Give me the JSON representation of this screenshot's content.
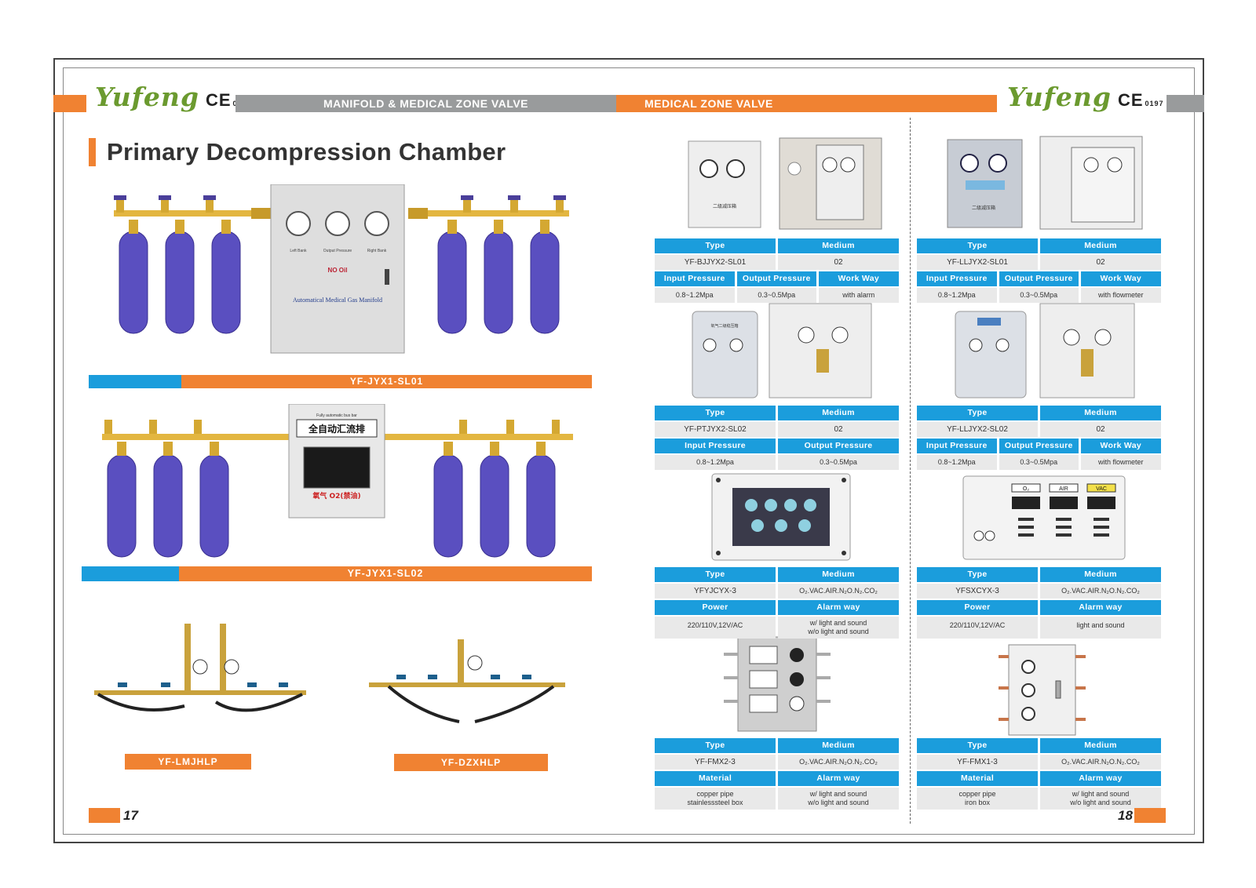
{
  "brand": {
    "logo_text": "Yufeng",
    "ce_mark": "CE",
    "ce_code": "0197"
  },
  "header": {
    "left_section": "MANIFOLD & MEDICAL ZONE VALVE",
    "right_section": "MEDICAL ZONE VALVE"
  },
  "left_page": {
    "title": "Primary Decompression Chamber",
    "products": [
      {
        "model": "YF-JYX1-SL01",
        "panel_labels": [
          "Left Bank",
          "Output Pressure",
          "Right Bank"
        ],
        "panel_gas": "NO Oil",
        "panel_name": "Automatical Medical Gas Manifold"
      },
      {
        "model": "YF-JYX1-SL02",
        "panel_top": "Fully automatic bus bar",
        "panel_cn": "全自动汇流排",
        "panel_gas": "氧气 O2(禁油)"
      },
      {
        "model": "YF-LMJHLP"
      },
      {
        "model": "YF-DZXHLP"
      }
    ],
    "page_number": "17"
  },
  "right_page": {
    "page_number": "18",
    "col_left": [
      {
        "type_label": "Type",
        "medium_label": "Medium",
        "type": "YF-BJJYX2-SL01",
        "medium": "02",
        "row2_labels": [
          "Input Pressure",
          "Output Pressure",
          "Work Way"
        ],
        "row2_values": [
          "0.8~1.2Mpa",
          "0.3~0.5Mpa",
          "with alarm"
        ],
        "panel_caption": "二级减压箱"
      },
      {
        "type_label": "Type",
        "medium_label": "Medium",
        "type": "YF-PTJYX2-SL02",
        "medium": "02",
        "row2_labels": [
          "Input Pressure",
          "Output Pressure"
        ],
        "row2_values": [
          "0.8~1.2Mpa",
          "0.3~0.5Mpa"
        ],
        "panel_caption": "氧气二级稳压箱"
      },
      {
        "type_label": "Type",
        "medium_label": "Medium",
        "type": "YFYJCYX-3",
        "medium": "O₂.VAC.AIR.N₂O.N₂.CO₂",
        "row2_labels": [
          "Power",
          "Alarm way"
        ],
        "row2_values": [
          "220/110V,12V/AC",
          "w/ light and sound\nw/o light and sound"
        ]
      },
      {
        "type_label": "Type",
        "medium_label": "Medium",
        "type": "YF-FMX2-3",
        "medium": "O₂.VAC.AIR.N₂O.N₂.CO₂",
        "row2_labels": [
          "Material",
          "Alarm way"
        ],
        "row2_values": [
          "copper pipe\nstainlesssteel box",
          "w/ light and sound\nw/o light and sound"
        ]
      }
    ],
    "col_right": [
      {
        "type_label": "Type",
        "medium_label": "Medium",
        "type": "YF-LLJYX2-SL01",
        "medium": "02",
        "row2_labels": [
          "Input Pressure",
          "Output Pressure",
          "Work Way"
        ],
        "row2_values": [
          "0.8~1.2Mpa",
          "0.3~0.5Mpa",
          "with flowmeter"
        ],
        "panel_caption": "二级减压箱"
      },
      {
        "type_label": "Type",
        "medium_label": "Medium",
        "type": "YF-LLJYX2-SL02",
        "medium": "02",
        "row2_labels": [
          "Input Pressure",
          "Output Pressure",
          "Work Way"
        ],
        "row2_values": [
          "0.8~1.2Mpa",
          "0.3~0.5Mpa",
          "with flowmeter"
        ]
      },
      {
        "type_label": "Type",
        "medium_label": "Medium",
        "type": "YFSXCYX-3",
        "medium": "O₂.VAC.AIR.N₂O.N₂.CO₂",
        "row2_labels": [
          "Power",
          "Alarm way"
        ],
        "row2_values": [
          "220/110V,12V/AC",
          "light and sound"
        ],
        "alarm_tags": [
          "O₂",
          "AIR",
          "VAC"
        ]
      },
      {
        "type_label": "Type",
        "medium_label": "Medium",
        "type": "YF-FMX1-3",
        "medium": "O₂.VAC.AIR.N₂O.N₂.CO₂",
        "row2_labels": [
          "Material",
          "Alarm way"
        ],
        "row2_values": [
          "copper pipe\niron box",
          "w/ light and sound\nw/o light and sound"
        ]
      }
    ]
  },
  "colors": {
    "orange": "#f08232",
    "gray": "#999b9c",
    "blue": "#1b9ddc",
    "cylinder": "#5a4fc0",
    "brass": "#e3b640"
  }
}
